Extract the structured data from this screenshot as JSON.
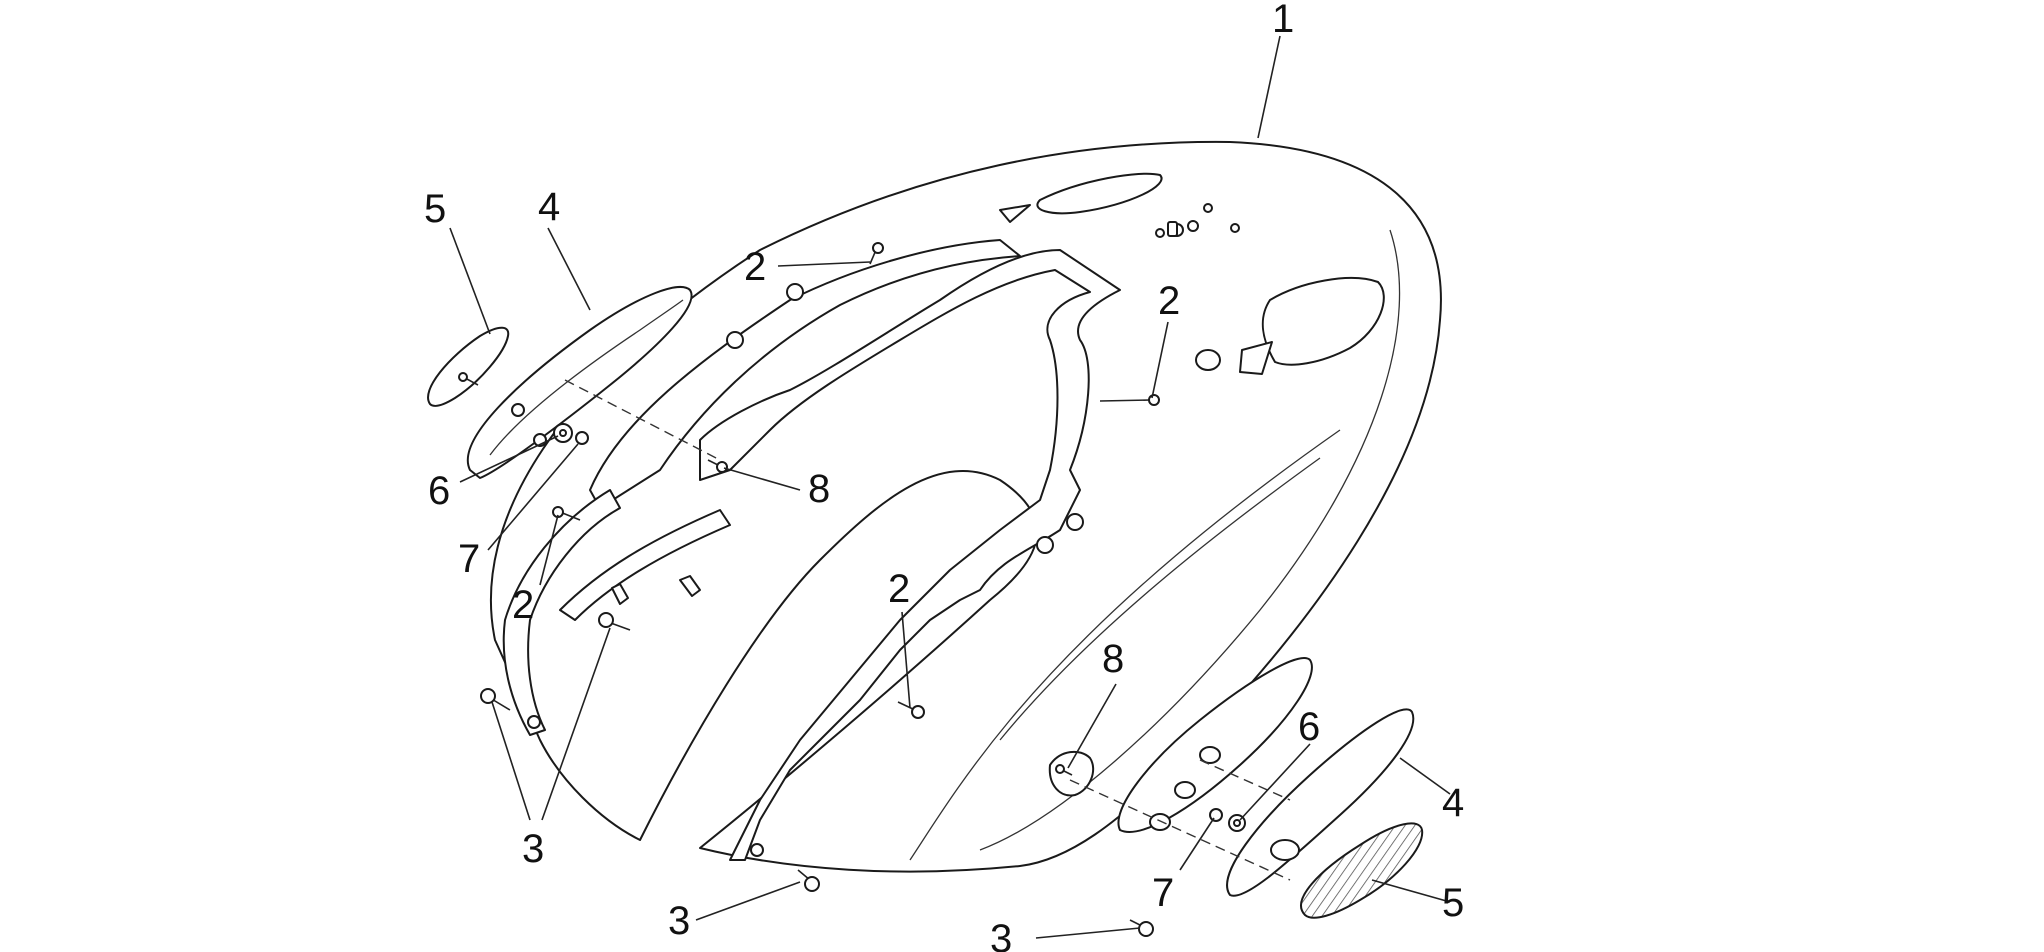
{
  "callouts": {
    "c1": "1",
    "c2a": "2",
    "c2b": "2",
    "c2c": "2",
    "c2d": "2",
    "c3a": "3",
    "c3b": "3",
    "c3c": "3",
    "c4a": "4",
    "c4b": "4",
    "c5a": "5",
    "c5b": "5",
    "c6a": "6",
    "c6b": "6",
    "c7a": "7",
    "c7b": "7",
    "c8a": "8",
    "c8b": "8"
  }
}
